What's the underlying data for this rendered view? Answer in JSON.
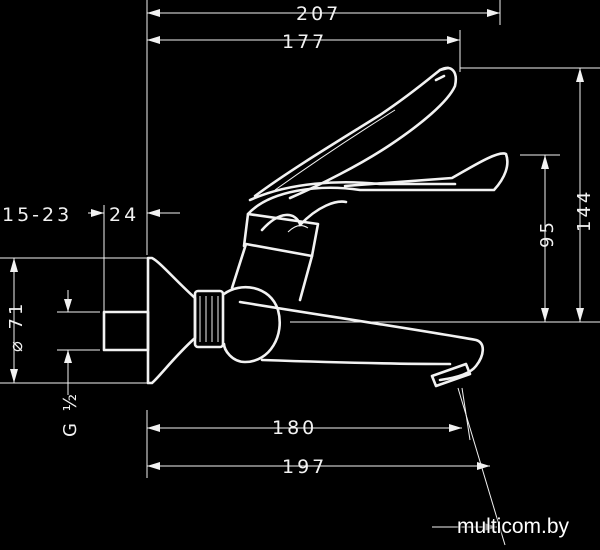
{
  "dimensions": {
    "overall_length": "207",
    "lever_reach": "177",
    "wall_range": "15-23",
    "escutcheon_depth": "24",
    "thread_diameter": "⌀ 71",
    "thread_size": "G ½",
    "spout_reach": "180",
    "spout_total": "197",
    "lever_height": "95",
    "total_height": "144"
  },
  "watermark": {
    "text": "multicom.by"
  },
  "colors": {
    "background": "#000000",
    "line": "#f2f2f2"
  }
}
